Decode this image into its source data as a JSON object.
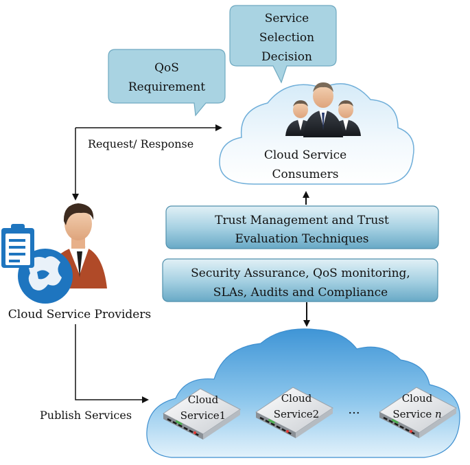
{
  "bubbles": {
    "decision": [
      "Service",
      "Selection",
      "Decision"
    ],
    "qos": [
      "QoS",
      "Requirement"
    ]
  },
  "consumers": {
    "label": [
      "Cloud Service",
      "Consumers"
    ],
    "icon": "people-group-icon"
  },
  "request_label": "Request/ Response",
  "trust_box": [
    "Trust Management and Trust",
    "Evaluation Techniques"
  ],
  "security_box": [
    "Security Assurance, QoS monitoring,",
    "SLAs, Audits and Compliance"
  ],
  "providers": {
    "label": "Cloud Service Providers",
    "icon": "provider-person-clipboard-globe-icon"
  },
  "publish_label": "Publish Services",
  "services": [
    {
      "line1": "Cloud",
      "line2": "Service1"
    },
    {
      "line1": "Cloud",
      "line2": "Service2"
    },
    {
      "line1": "Cloud",
      "line2": "Service ",
      "suffix": "n"
    }
  ],
  "ellipsis": "...",
  "colors": {
    "bubble_fill": "#a9d3e2",
    "cloud_light": "#e8f4fc",
    "cloud_blue": "#5aa7db",
    "box_top": "#cfe7f1",
    "box_bottom": "#6fb0cc"
  }
}
